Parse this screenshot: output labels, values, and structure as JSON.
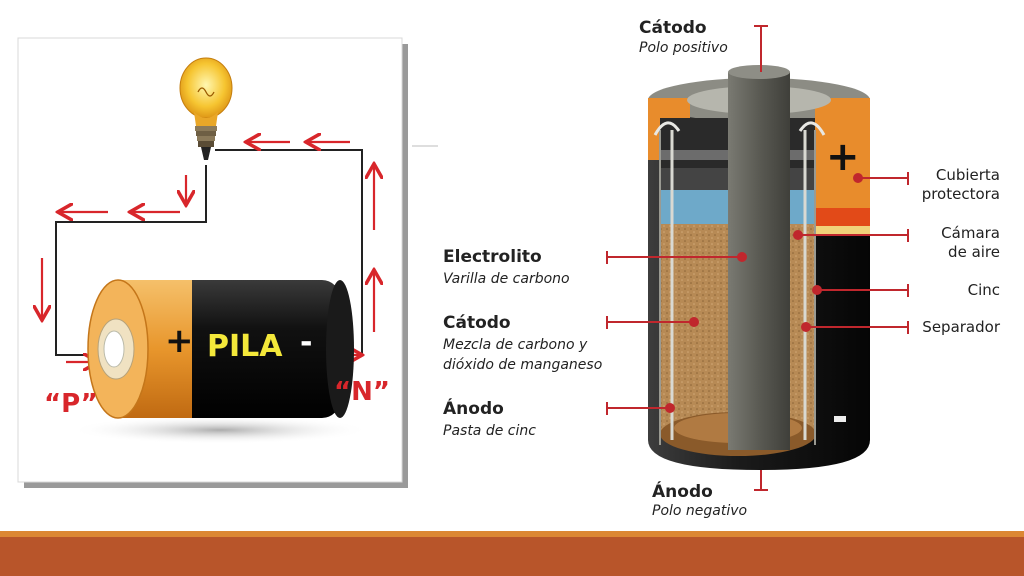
{
  "left_diagram": {
    "battery_label": "PILA",
    "plus_sign": "+",
    "minus_sign": "-",
    "terminal_p": "“P”",
    "terminal_n": "“N”"
  },
  "right_diagram": {
    "top_label": {
      "title": "Cátodo",
      "subtitle": "Polo positivo"
    },
    "bottom_label": {
      "title": "Ánodo",
      "subtitle": "Polo negativo"
    },
    "left_labels": [
      {
        "title": "Electrolito",
        "subtitle": "Varilla de carbono"
      },
      {
        "title": "Cátodo",
        "subtitle": "Mezcla de carbono y",
        "subtitle2": "dióxido de manganeso"
      },
      {
        "title": "Ánodo",
        "subtitle": "Pasta de cinc"
      }
    ],
    "right_labels": [
      {
        "line1": "Cubierta",
        "line2": "protectora"
      },
      {
        "line1": "Cámara",
        "line2": "de aire"
      },
      {
        "line1": "Cinc"
      },
      {
        "line1": "Separador"
      }
    ],
    "battery_plus": "+"
  },
  "colors": {
    "accent_bar": "#b8552a",
    "accent_bar_top": "#dc8733",
    "arrow_red": "#d8262b",
    "leader_red": "#c0272d"
  }
}
